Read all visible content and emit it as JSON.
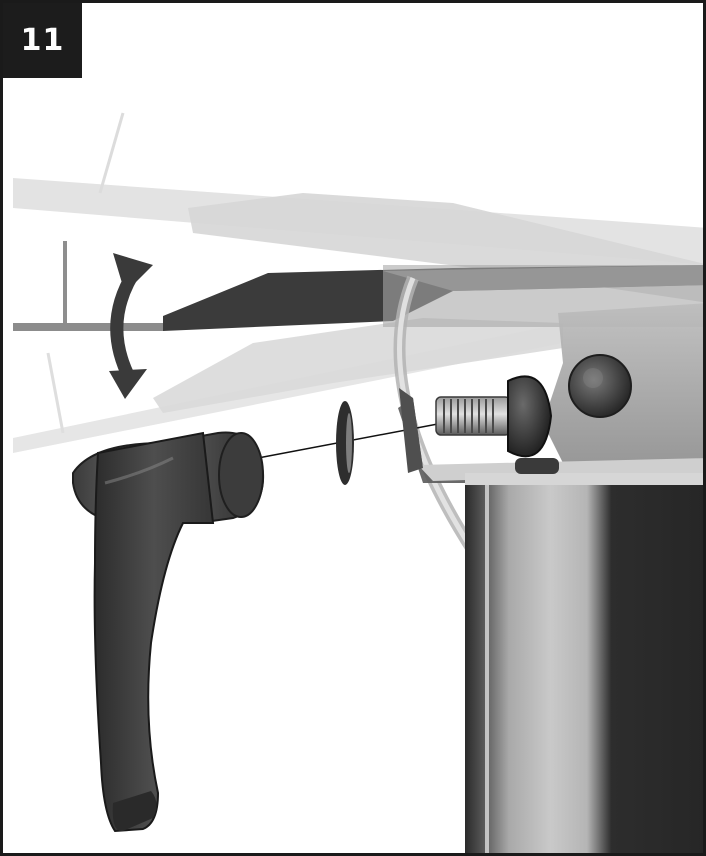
{
  "step": {
    "number": "11"
  },
  "illustration": {
    "parts": [
      "table-top-raised-ghost",
      "table-top",
      "table-top-lowered-ghost",
      "rotate-arrow-icon",
      "clamp-lever",
      "washer",
      "carriage-bolt",
      "hinge-bracket",
      "pivot-knob",
      "leg-post"
    ]
  }
}
